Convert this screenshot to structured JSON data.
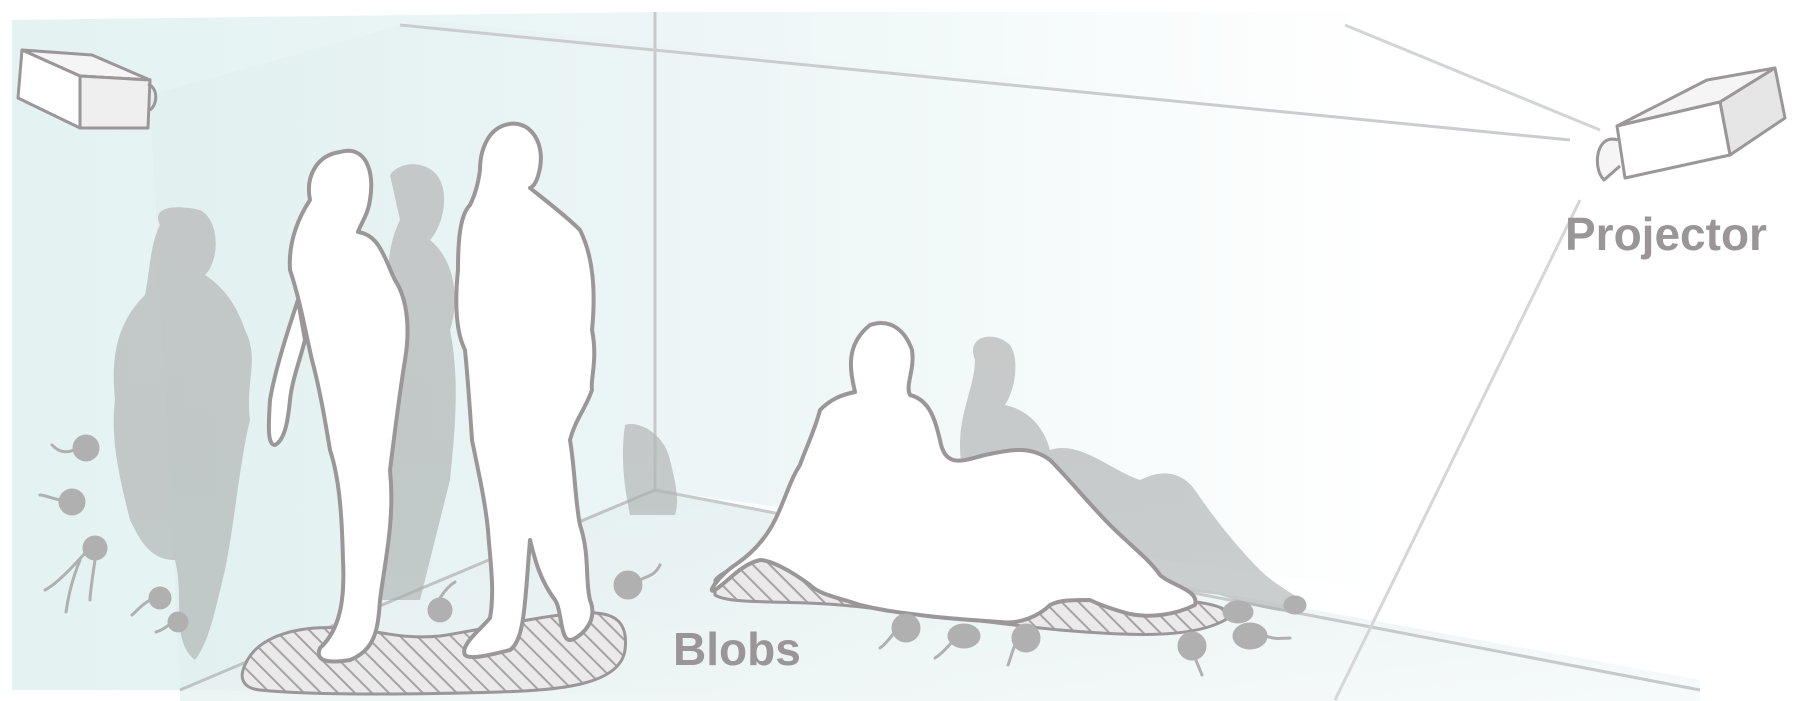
{
  "labels": {
    "projector": "Projector",
    "blobs": "Blobs"
  },
  "colors": {
    "outline": "#9b9698",
    "shadow": "#b8b8b8",
    "wall_tint": "#e3f1f1",
    "label": "#9a9597"
  },
  "icons": [
    "projector-icon",
    "projector-icon",
    "person-silhouette",
    "shadow-silhouette",
    "blob-creature"
  ]
}
